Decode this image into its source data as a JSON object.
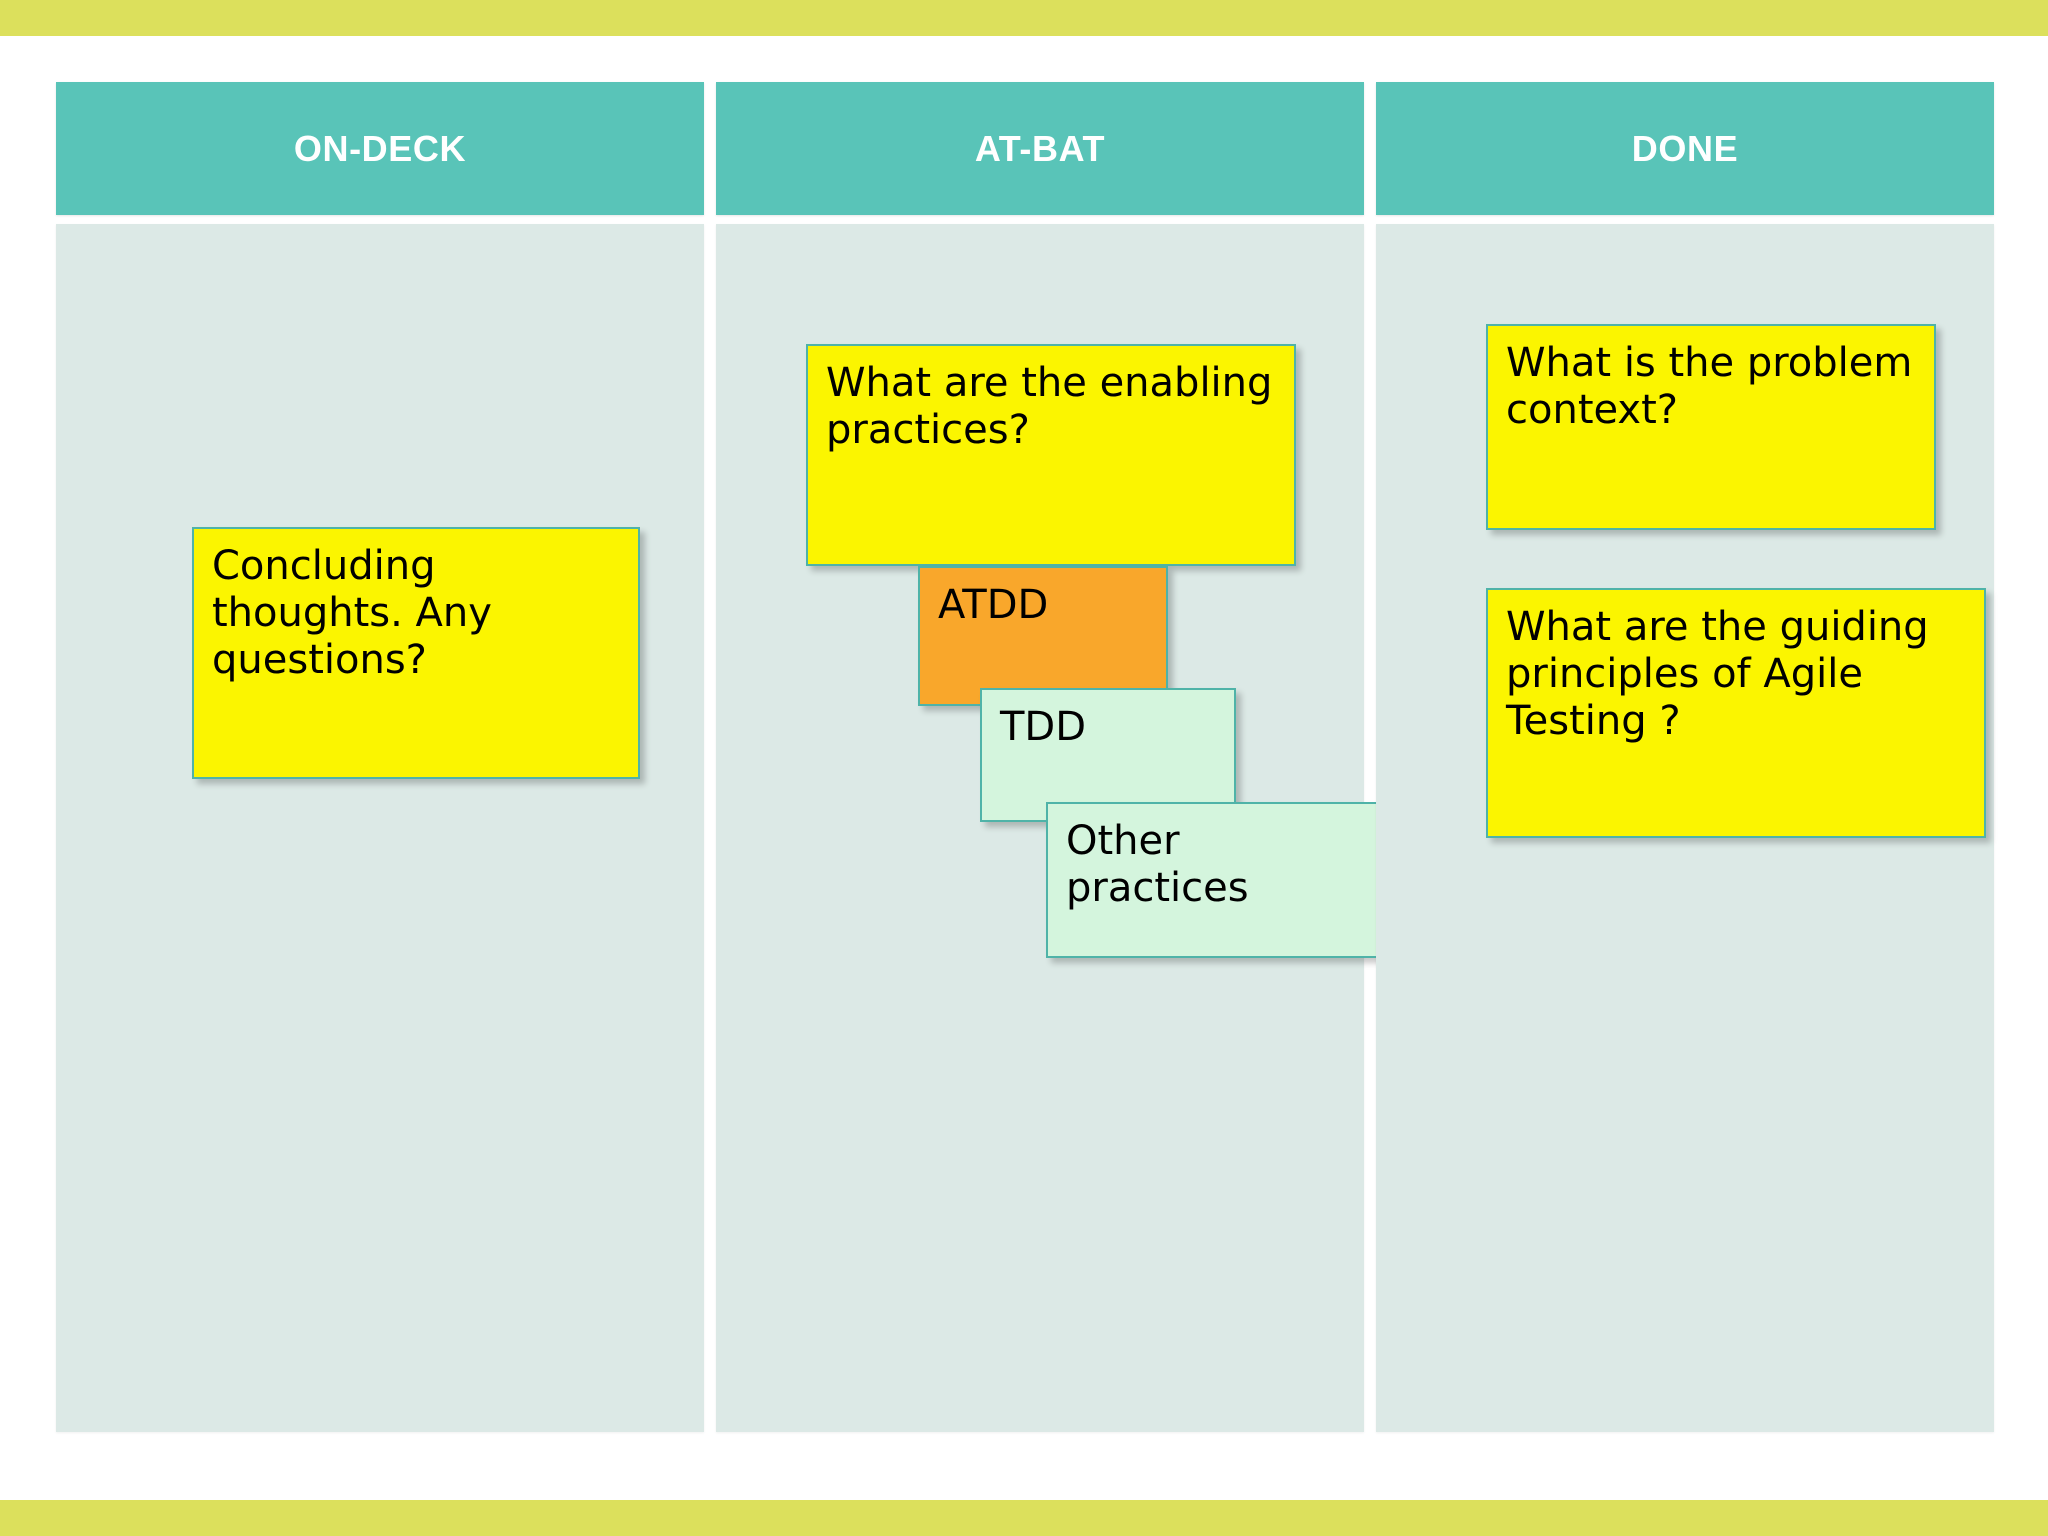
{
  "page": {
    "background_color": "#ffffff",
    "accent_band_color": "#dce05c",
    "board_column_header_color": "#59c4b8",
    "board_column_body_color": "#dce9e6",
    "note_border_color": "#4fb3a8",
    "note_yellow_color": "#fbf500",
    "note_orange_color": "#f9a72b",
    "note_mint_color": "#d4f5dd"
  },
  "board": {
    "columns": [
      {
        "id": "on-deck",
        "header": "ON-DECK",
        "notes": [
          {
            "id": "concluding-thoughts",
            "text": "Concluding thoughts.  Any questions?",
            "color": "yellow"
          }
        ]
      },
      {
        "id": "at-bat",
        "header": "AT-BAT",
        "notes": [
          {
            "id": "enabling-practices",
            "text": "What are the enabling practices?",
            "color": "yellow"
          },
          {
            "id": "atdd",
            "text": "ATDD",
            "color": "orange"
          },
          {
            "id": "tdd",
            "text": "TDD",
            "color": "mint"
          },
          {
            "id": "other-practices",
            "text": "Other practices",
            "color": "mint"
          }
        ]
      },
      {
        "id": "done",
        "header": "DONE",
        "notes": [
          {
            "id": "problem-context",
            "text": "What is the problem context?",
            "color": "yellow"
          },
          {
            "id": "agile-testing-principles",
            "text": "What are the guiding principles of Agile Testing ?",
            "color": "yellow"
          }
        ]
      }
    ]
  }
}
